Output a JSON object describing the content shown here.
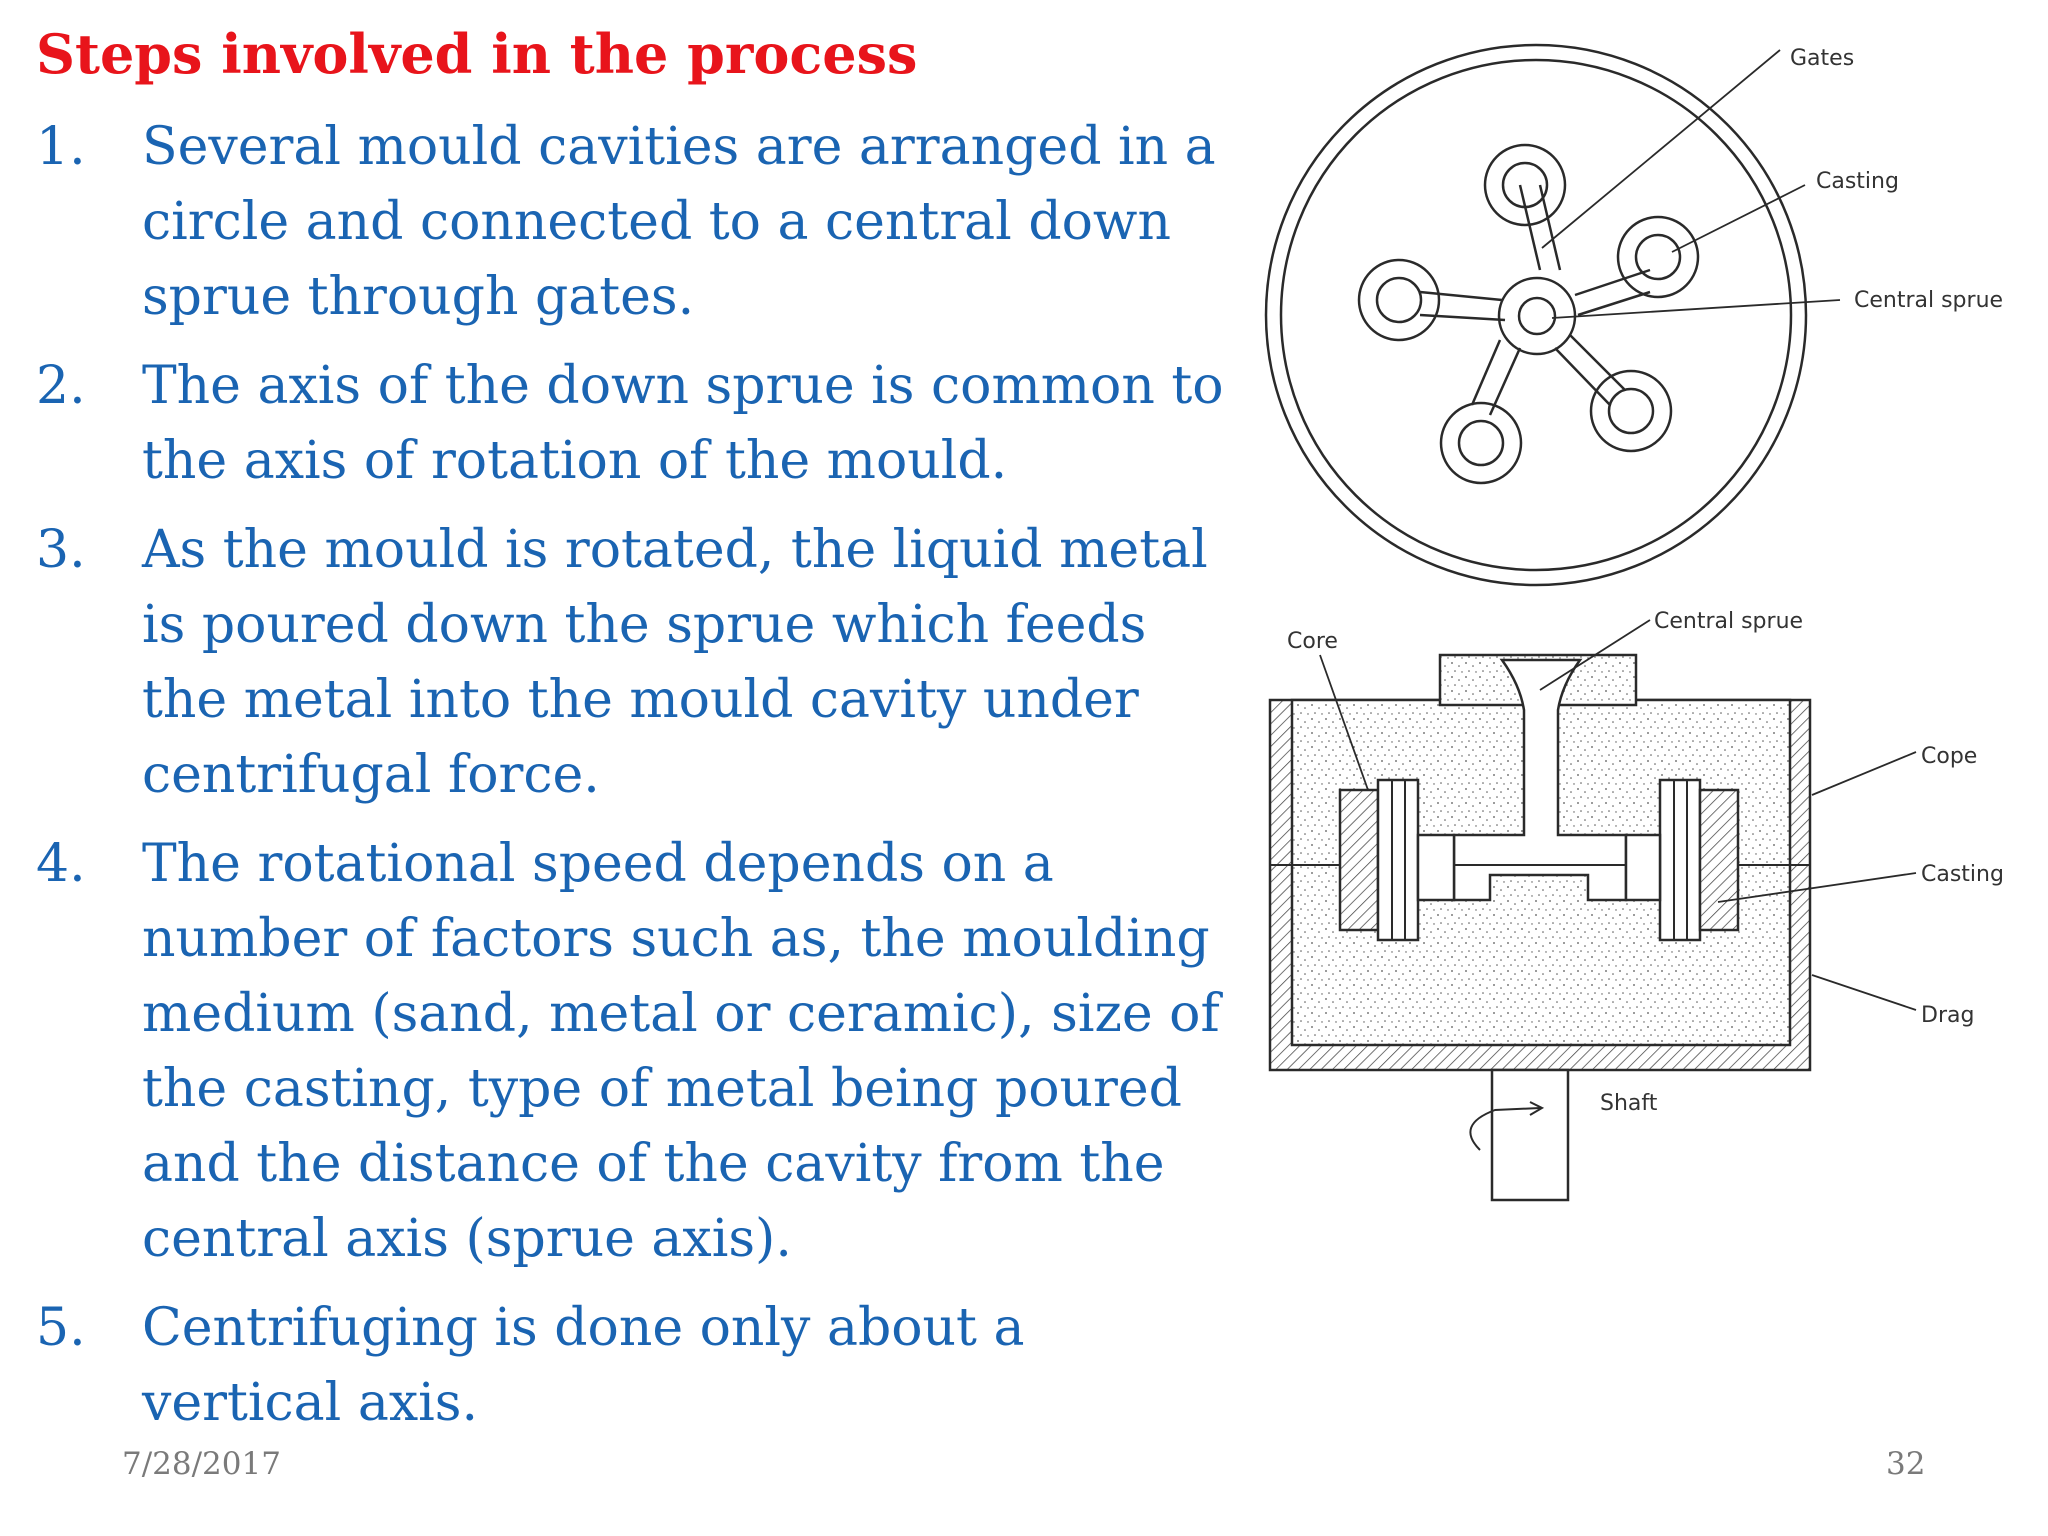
{
  "slide": {
    "title": "Steps involved in the process",
    "steps": [
      {
        "num": "1.",
        "text": "Several mould cavities are arranged in a circle and connected to a central down sprue through gates."
      },
      {
        "num": "2.",
        "text": "The axis of the down sprue is common to the axis of rotation of the mould."
      },
      {
        "num": "3.",
        "text": "As the mould is rotated, the liquid metal is poured down the sprue which feeds the metal into the mould cavity under centrifugal force."
      },
      {
        "num": "4.",
        "text": "The rotational speed depends on a number of factors such as, the moulding medium (sand, metal or ceramic), size of the casting, type of metal being poured and the distance of the cavity from the central axis (sprue axis)."
      },
      {
        "num": "5.",
        "text": "Centrifuging is done only about a vertical axis."
      }
    ],
    "date": "7/28/2017",
    "page": "32"
  },
  "diagram": {
    "labels": {
      "gates": "Gates",
      "casting_top": "Casting",
      "central_sprue_top": "Central sprue",
      "core": "Core",
      "central_sprue_bottom": "Central sprue",
      "cope": "Cope",
      "casting_bottom": "Casting",
      "drag": "Drag",
      "shaft": "Shaft"
    }
  }
}
